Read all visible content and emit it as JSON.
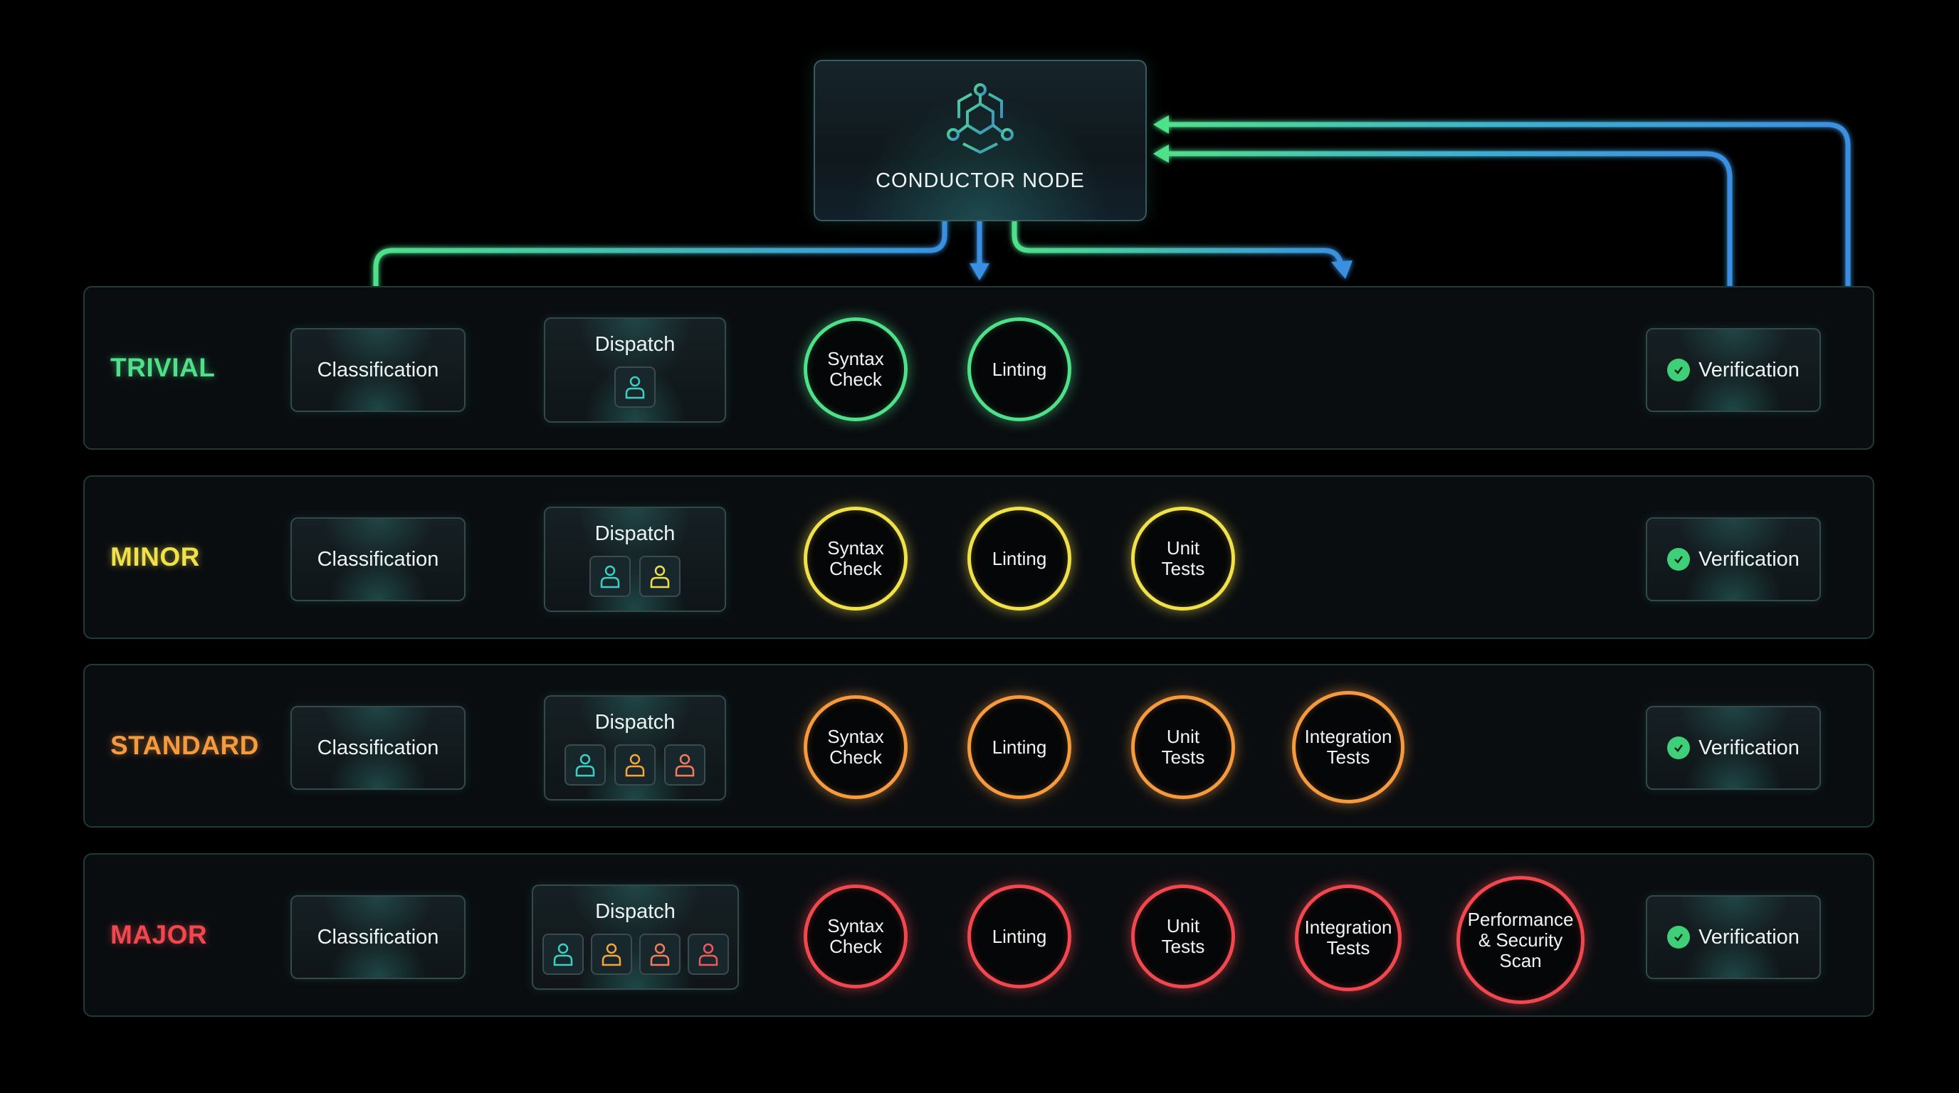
{
  "conductor": {
    "title": "CONDUCTOR NODE",
    "icon": "network-hexagon-icon"
  },
  "colors": {
    "trivial": "#4fe08a",
    "minor": "#f0e04a",
    "standard": "#f59a3e",
    "major": "#f0484e",
    "flow_teal": "#3ccfc4",
    "flow_blue": "#3a8fe0",
    "check_green": "#3fcf78"
  },
  "lanes": [
    {
      "id": "trivial",
      "label": "TRIVIAL",
      "classification": "Classification",
      "dispatch": {
        "label": "Dispatch",
        "agents": [
          "teal"
        ]
      },
      "steps": [
        "Syntax Check",
        "Linting"
      ],
      "verification": "Verification"
    },
    {
      "id": "minor",
      "label": "MINOR",
      "classification": "Classification",
      "dispatch": {
        "label": "Dispatch",
        "agents": [
          "teal",
          "yellow"
        ]
      },
      "steps": [
        "Syntax Check",
        "Linting",
        "Unit Tests"
      ],
      "verification": "Verification"
    },
    {
      "id": "standard",
      "label": "STANDARD",
      "classification": "Classification",
      "dispatch": {
        "label": "Dispatch",
        "agents": [
          "teal",
          "orange",
          "salmon"
        ]
      },
      "steps": [
        "Syntax Check",
        "Linting",
        "Unit Tests",
        "Integration Tests"
      ],
      "verification": "Verification"
    },
    {
      "id": "major",
      "label": "MAJOR",
      "classification": "Classification",
      "dispatch": {
        "label": "Dispatch",
        "agents": [
          "teal",
          "orange",
          "salmon",
          "red"
        ]
      },
      "steps": [
        "Syntax Check",
        "Linting",
        "Unit Tests",
        "Integration Tests",
        "Performance & Security Scan"
      ],
      "verification": "Verification"
    }
  ],
  "step_lines": {
    "syntax": [
      "Syntax",
      "Check"
    ],
    "linting": [
      "Linting"
    ],
    "unit": [
      "Unit",
      "Tests"
    ],
    "integration": [
      "Integration",
      "Tests"
    ],
    "perf": [
      "Performance",
      "& Security",
      "Scan"
    ]
  }
}
